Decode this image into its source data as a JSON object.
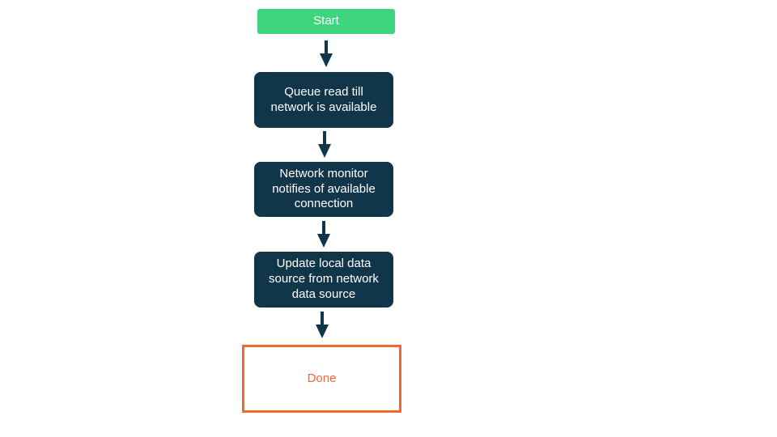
{
  "diagram": {
    "type": "flowchart",
    "direction": "top-down",
    "nodes": [
      {
        "id": "start",
        "label": "Start",
        "shape": "rect-rounded-small",
        "role": "start"
      },
      {
        "id": "queue-read",
        "label": "Queue read till network is available",
        "shape": "rect-rounded",
        "role": "process"
      },
      {
        "id": "network-monitor",
        "label": "Network monitor notifies of available connection",
        "shape": "rect-rounded",
        "role": "process"
      },
      {
        "id": "update-local",
        "label": "Update local data source from network data source",
        "shape": "rect-rounded",
        "role": "process"
      },
      {
        "id": "done",
        "label": "Done",
        "shape": "rect-outlined",
        "role": "end"
      }
    ],
    "edges": [
      {
        "from": "start",
        "to": "queue-read",
        "style": "arrow-down"
      },
      {
        "from": "queue-read",
        "to": "network-monitor",
        "style": "arrow-down"
      },
      {
        "from": "network-monitor",
        "to": "update-local",
        "style": "arrow-down"
      },
      {
        "from": "update-local",
        "to": "done",
        "style": "arrow-down"
      }
    ],
    "colors": {
      "start_fill": "#3ed57e",
      "process_fill": "#113549",
      "node_text_light": "#ffffff",
      "done_border": "#f3682f",
      "done_text": "#f3682f",
      "arrow": "#113549",
      "background": "#ffffff"
    }
  }
}
